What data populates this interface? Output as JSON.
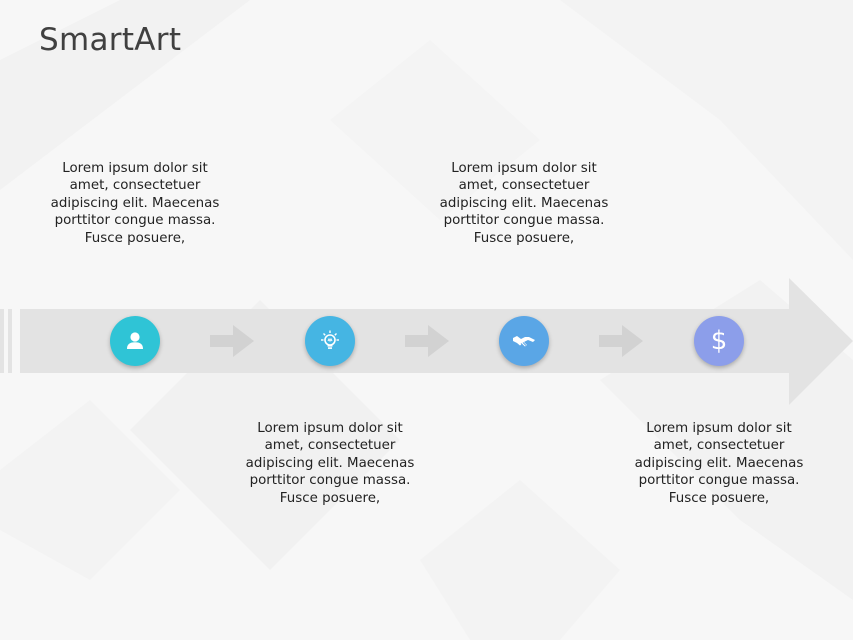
{
  "title": "SmartArt",
  "colors": {
    "step1": "#2fc4d6",
    "step2": "#45b5e3",
    "step3": "#5aa6e6",
    "step4": "#8c9eea",
    "band": "#e3e3e3",
    "chevron": "#d2d2d2"
  },
  "steps": [
    {
      "icon": "user-icon",
      "text": "Lorem ipsum dolor sit amet, consectetuer adipiscing elit. Maecenas porttitor congue massa. Fusce posuere,"
    },
    {
      "icon": "lightbulb-icon",
      "text": "Lorem ipsum dolor sit amet, consectetuer adipiscing elit. Maecenas porttitor congue massa. Fusce posuere,"
    },
    {
      "icon": "handshake-icon",
      "text": "Lorem ipsum dolor sit amet, consectetuer adipiscing elit. Maecenas porttitor congue massa. Fusce posuere,"
    },
    {
      "icon": "dollar-icon",
      "symbol": "$",
      "text": "Lorem ipsum dolor sit amet, consectetuer adipiscing elit. Maecenas porttitor congue massa. Fusce posuere,"
    }
  ]
}
